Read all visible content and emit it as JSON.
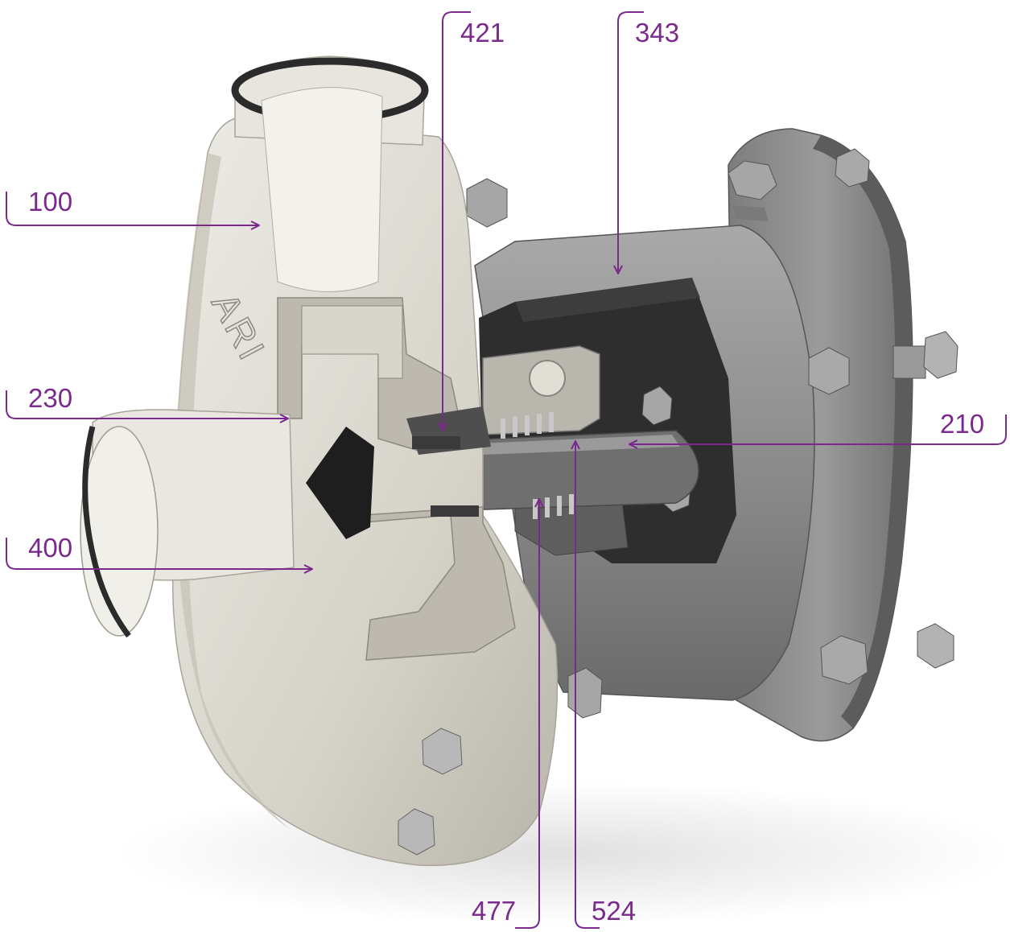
{
  "colors": {
    "callout": "#7a2a8c",
    "casing": "#dcd9cf",
    "casing_dark": "#b5b1a6",
    "metal": "#8e8e8e",
    "metal_dark": "#5e5e5e",
    "interior": "#2f2f2f"
  },
  "callouts": [
    {
      "id": "c100",
      "label": "100"
    },
    {
      "id": "c230",
      "label": "230"
    },
    {
      "id": "c400",
      "label": "400"
    },
    {
      "id": "c421",
      "label": "421"
    },
    {
      "id": "c343",
      "label": "343"
    },
    {
      "id": "c210",
      "label": "210"
    },
    {
      "id": "c477",
      "label": "477"
    },
    {
      "id": "c524",
      "label": "524"
    }
  ],
  "casing_text": "ARI"
}
